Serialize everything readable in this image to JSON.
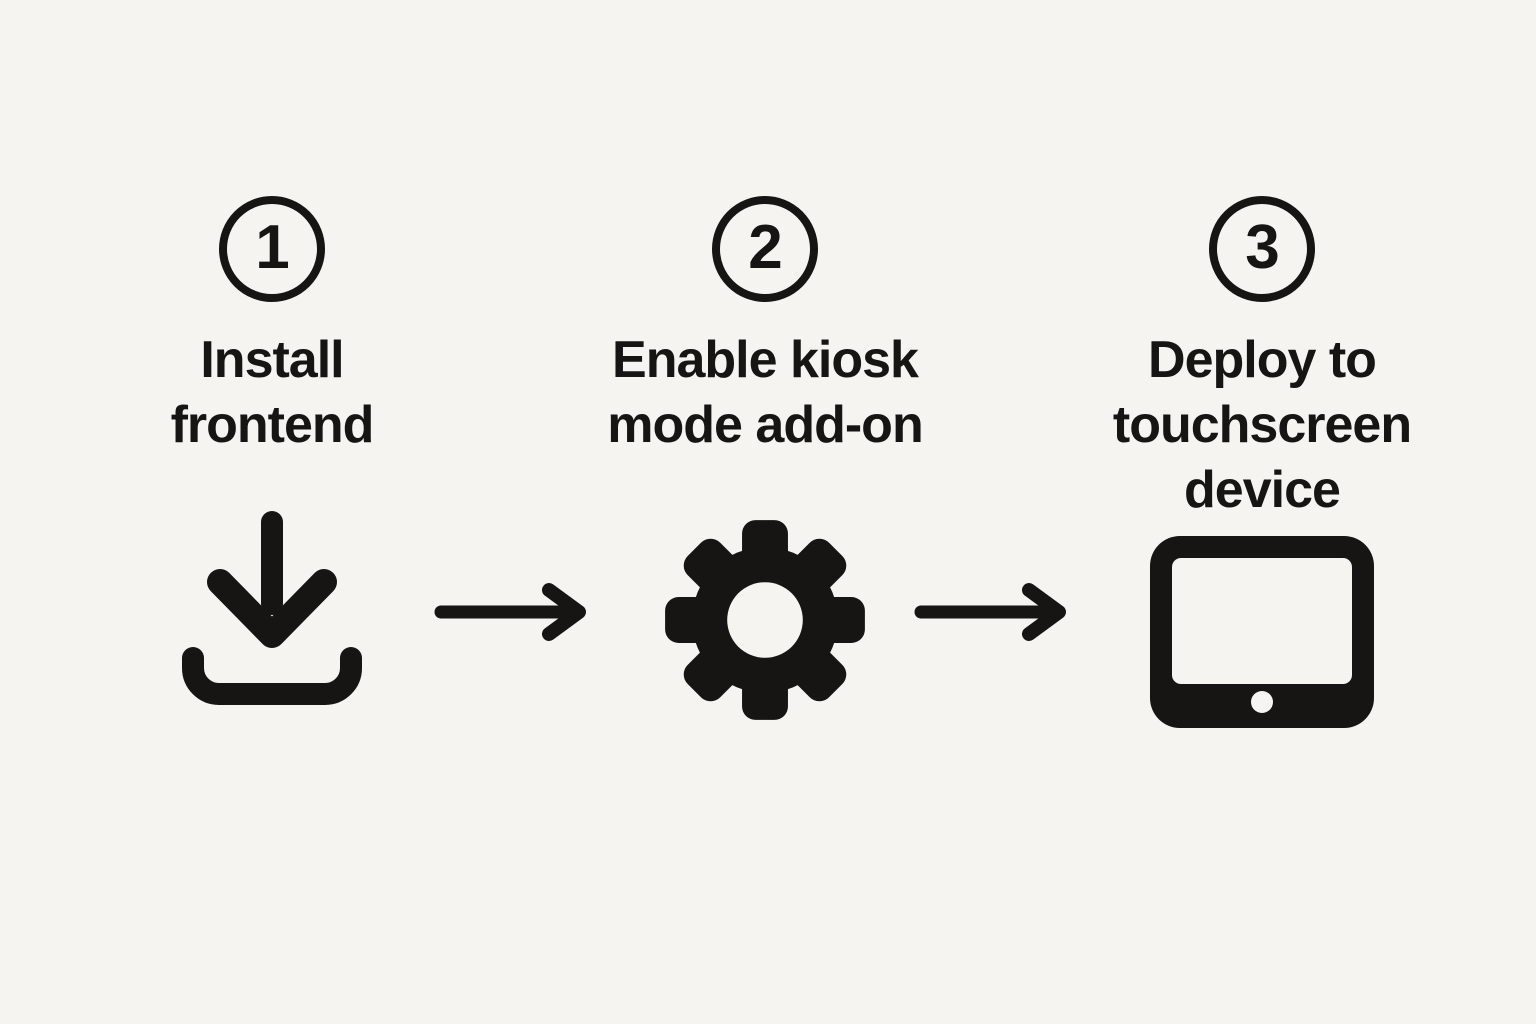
{
  "palette": {
    "background": "#f5f4f1",
    "ink": "#171513"
  },
  "steps": [
    {
      "number": "1",
      "title": "Install\nfrontend",
      "icon": "download-icon"
    },
    {
      "number": "2",
      "title": "Enable kiosk\nmode add-on",
      "icon": "gear-icon"
    },
    {
      "number": "3",
      "title": "Deploy to\ntouchscreen\ndevice",
      "icon": "tablet-icon"
    }
  ]
}
